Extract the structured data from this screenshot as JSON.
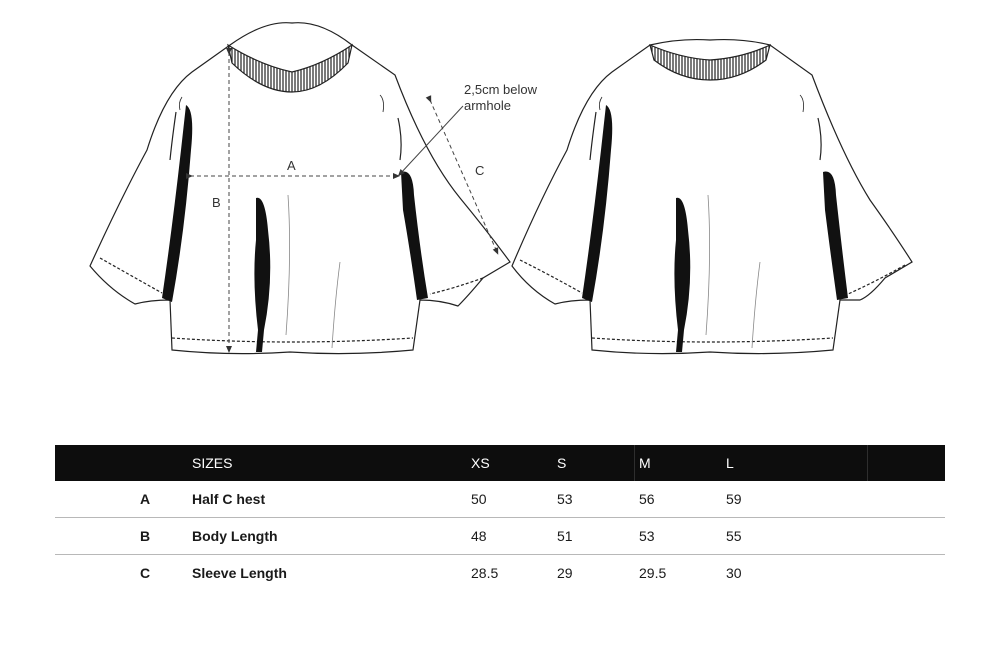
{
  "drawing": {
    "dimensions": [
      "A",
      "B",
      "C"
    ],
    "note_line1": "2,5cm below",
    "note_line2": "armhole"
  },
  "table": {
    "header": {
      "code": "",
      "label": "SIZES",
      "sizes": [
        "XS",
        "S",
        "M",
        "L"
      ]
    },
    "rows": [
      {
        "code": "A",
        "label": "Half C hest",
        "values": [
          "50",
          "53",
          "56",
          "59"
        ]
      },
      {
        "code": "B",
        "label": "Body Length",
        "values": [
          "48",
          "51",
          "53",
          "55"
        ]
      },
      {
        "code": "C",
        "label": "Sleeve Length",
        "values": [
          "28.5",
          "29",
          "29.5",
          "30"
        ]
      }
    ]
  }
}
